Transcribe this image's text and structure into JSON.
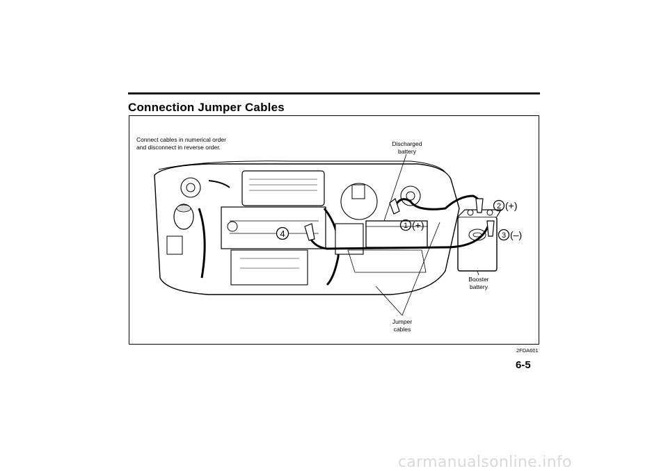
{
  "section": {
    "title": "Connection Jumper Cables"
  },
  "figure": {
    "instruction_line1": "Connect cables in numerical order",
    "instruction_line2": "and disconnect in reverse order.",
    "discharged_battery_line1": "Discharged",
    "discharged_battery_line2": "battery",
    "booster_battery_line1": "Booster",
    "booster_battery_line2": "battery",
    "jumper_cables_line1": "Jumper",
    "jumper_cables_line2": "cables",
    "step1_number": "1",
    "step1_polarity": "(+)",
    "step2_number": "2",
    "step2_polarity": "(+)",
    "step3_number": "3",
    "step3_polarity": "(–)",
    "step4_number": "4",
    "figure_code": "2FDA601"
  },
  "page": {
    "number": "6-5"
  },
  "watermark": {
    "text": "carmanualsonline.info"
  }
}
